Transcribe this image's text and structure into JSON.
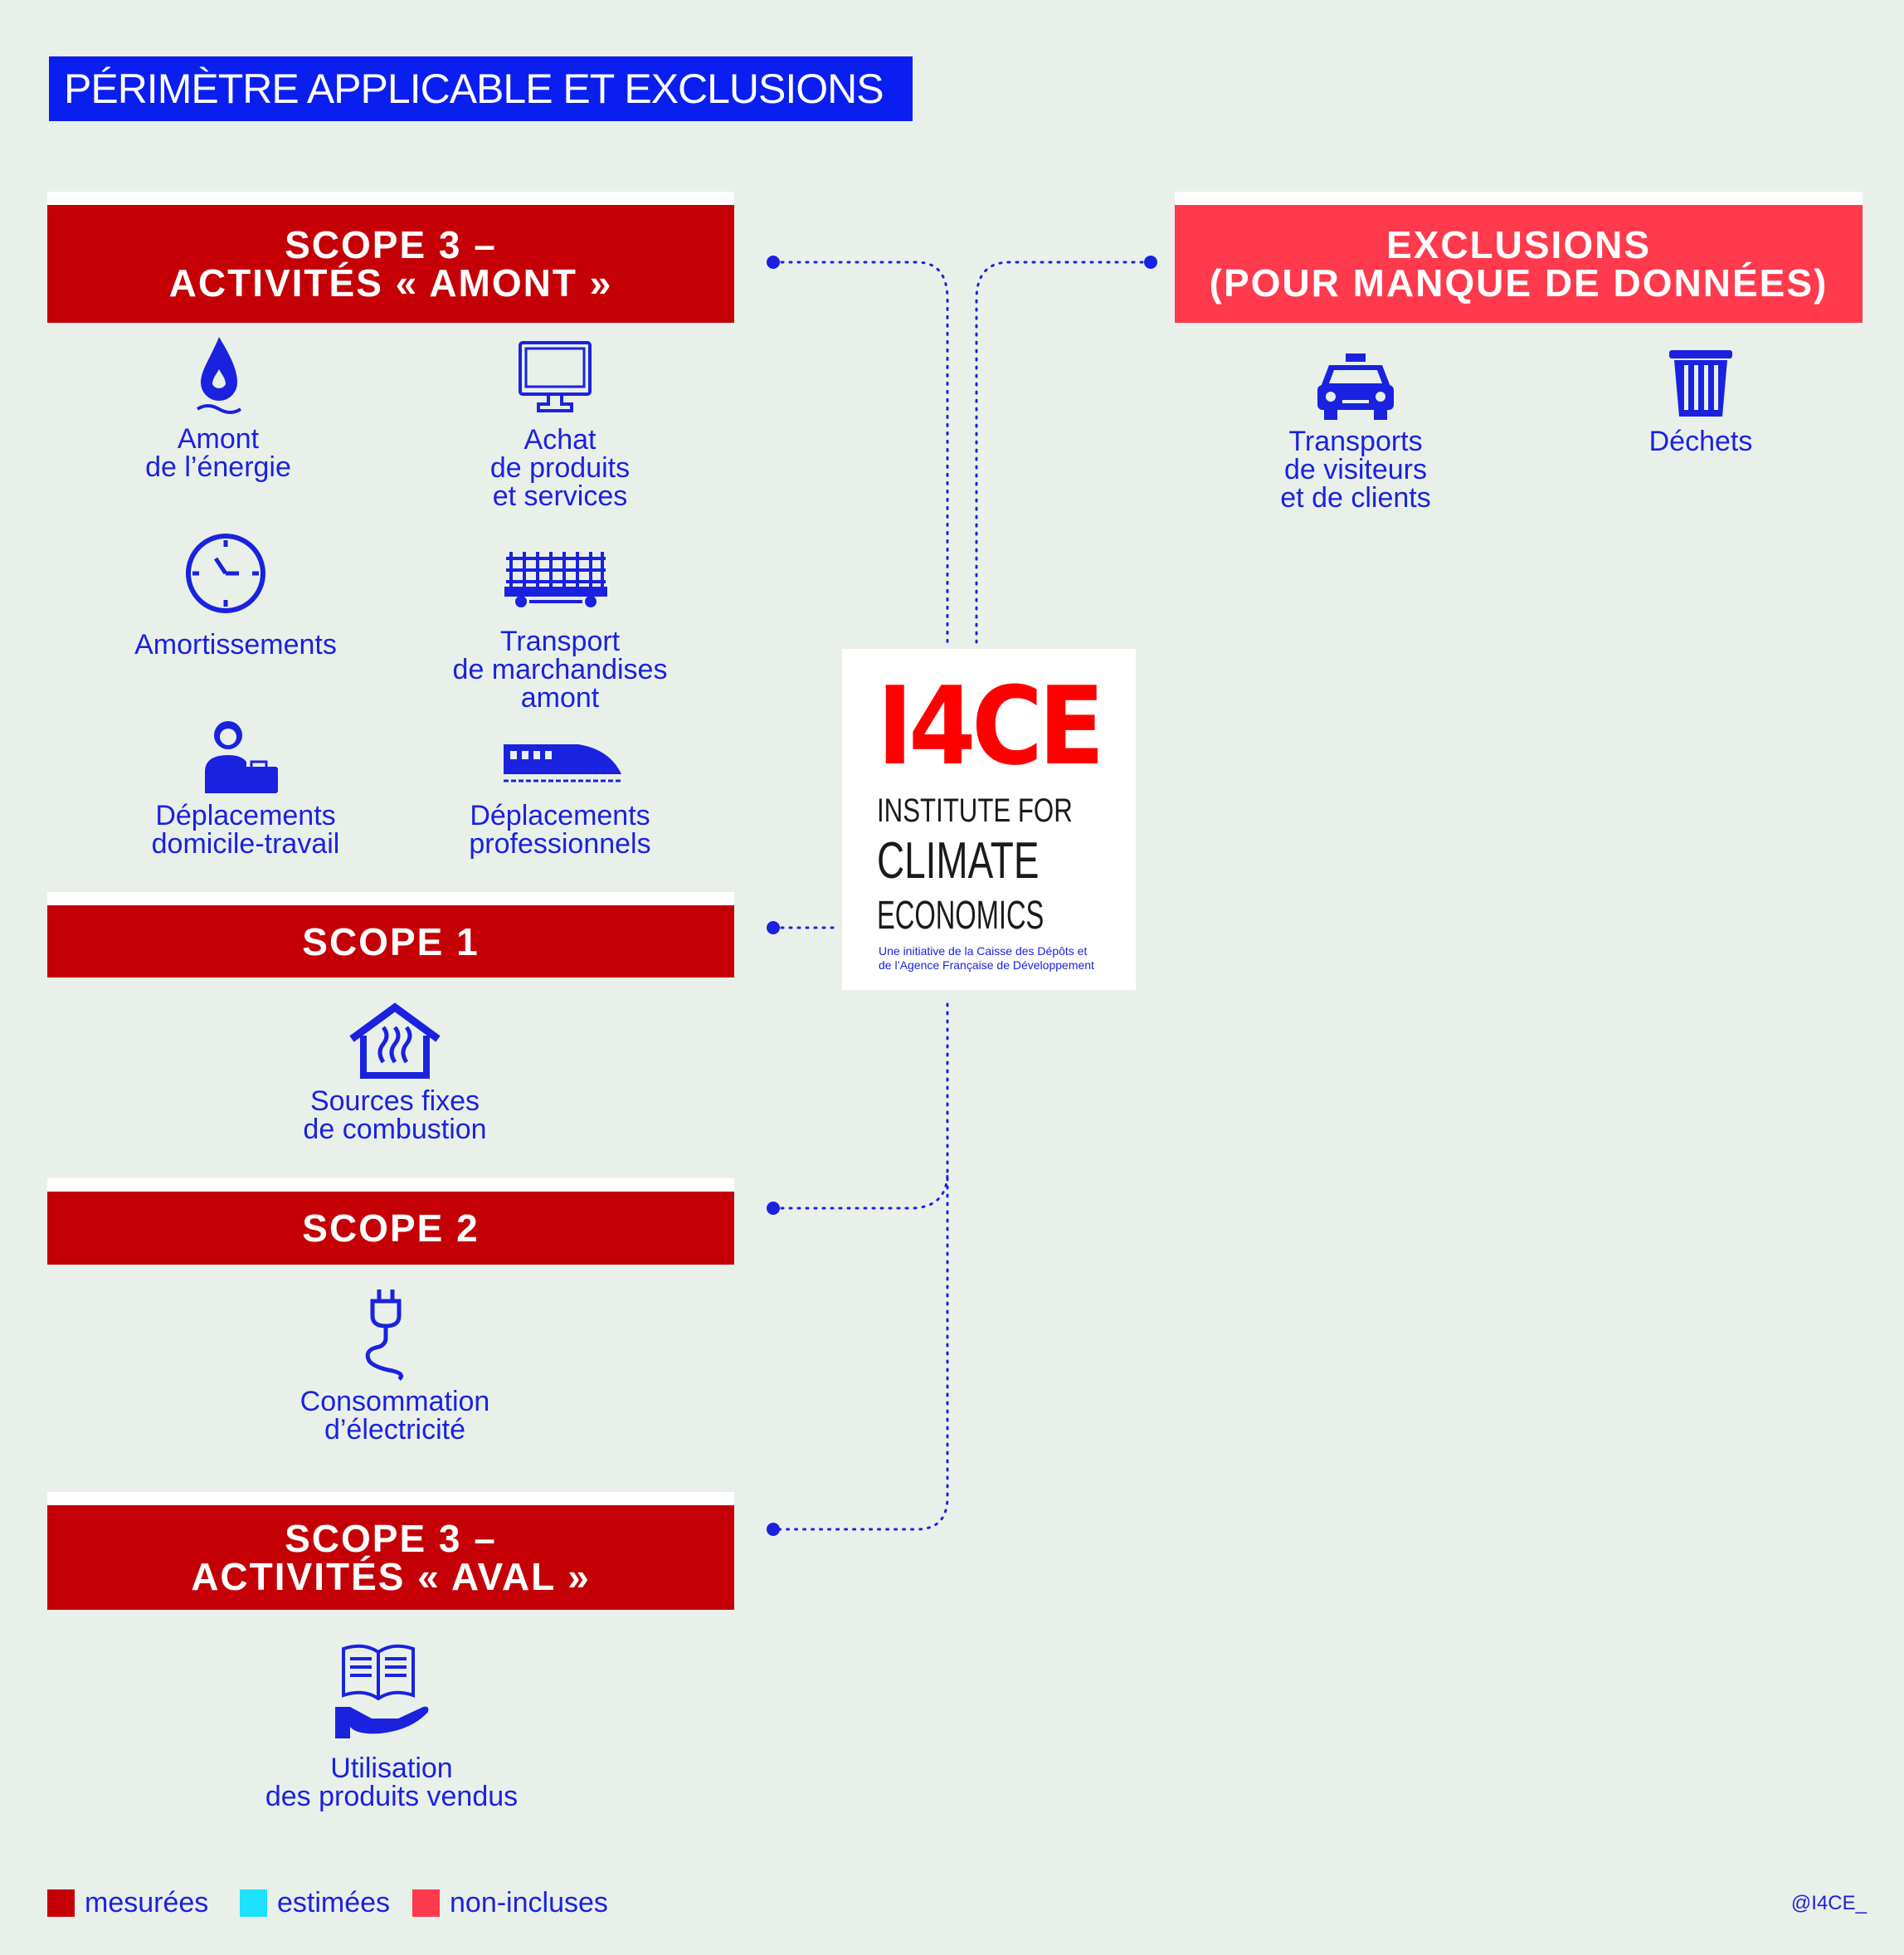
{
  "title": "PÉRIMÈTRE APPLICABLE ET EXCLUSIONS",
  "sections": {
    "scope3_amont": {
      "title": "SCOPE 3 –\nACTIVITÉS « AMONT »",
      "items": [
        "Amont\nde l’énergie",
        "Achat\nde produits\net services",
        "Amortissements",
        "Transport\nde marchandises\namont",
        "Déplacements\ndomicile-travail",
        "Déplacements\nprofessionnels"
      ]
    },
    "scope1": {
      "title": "SCOPE 1",
      "items": [
        "Sources fixes\nde combustion"
      ]
    },
    "scope2": {
      "title": "SCOPE 2",
      "items": [
        "Consommation\nd’électricité"
      ]
    },
    "scope3_aval": {
      "title": "SCOPE 3 –\nACTIVITÉS « AVAL »",
      "items": [
        "Utilisation\ndes produits vendus"
      ]
    },
    "exclusions": {
      "title": "EXCLUSIONS\n(POUR MANQUE DE DONNÉES)",
      "items": [
        "Transports\nde visiteurs\net de clients",
        "Déchets"
      ]
    }
  },
  "logo": {
    "mark": "I4CE",
    "name_lines": [
      "INSTITUTE FOR",
      "CLIMATE",
      "ECONOMICS"
    ],
    "tagline": "Une initiative de la Caisse des Dépôts et\nde l’Agence Française de Développement"
  },
  "legend": [
    {
      "label": "mesurées",
      "color": "#c40006"
    },
    {
      "label": "estimées",
      "color": "#1ee0ff"
    },
    {
      "label": "non-incluses",
      "color": "#ff3a4c"
    }
  ],
  "credit": "@I4CE_",
  "colors": {
    "blue": "#1a22e0",
    "red": "#c40006",
    "pink": "#ff3a4c"
  }
}
